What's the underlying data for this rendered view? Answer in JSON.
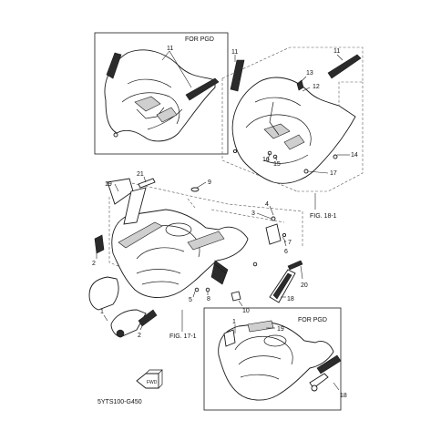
{
  "callouts": {
    "c1": "11",
    "c2": "11",
    "c3": "13",
    "c4": "12",
    "c5": "14",
    "c6": "17",
    "c7": "16",
    "c8": "15",
    "c9": "21",
    "c10": "19",
    "c11": "9",
    "c12": "3",
    "c13": "4",
    "c14": "6",
    "c15": "7",
    "c16": "2",
    "c17": "5",
    "c18": "8",
    "c19": "10",
    "c20": "20",
    "c21": "18",
    "c22": "1",
    "c23": "2",
    "c24": "1",
    "c25": "19",
    "c26": "18"
  },
  "labels": {
    "for_pgd_top": "FOR PGD",
    "for_pgd_bottom": "FOR PGD",
    "fig_18_1": "FIG. 18-1",
    "fig_17_1": "FIG. 17-1",
    "fwd": "FWD",
    "code": "5YTS100-G450"
  },
  "colors": {
    "line": "#1a1a1a",
    "background": "#ffffff",
    "decal_dark": "#2b2b2b"
  }
}
